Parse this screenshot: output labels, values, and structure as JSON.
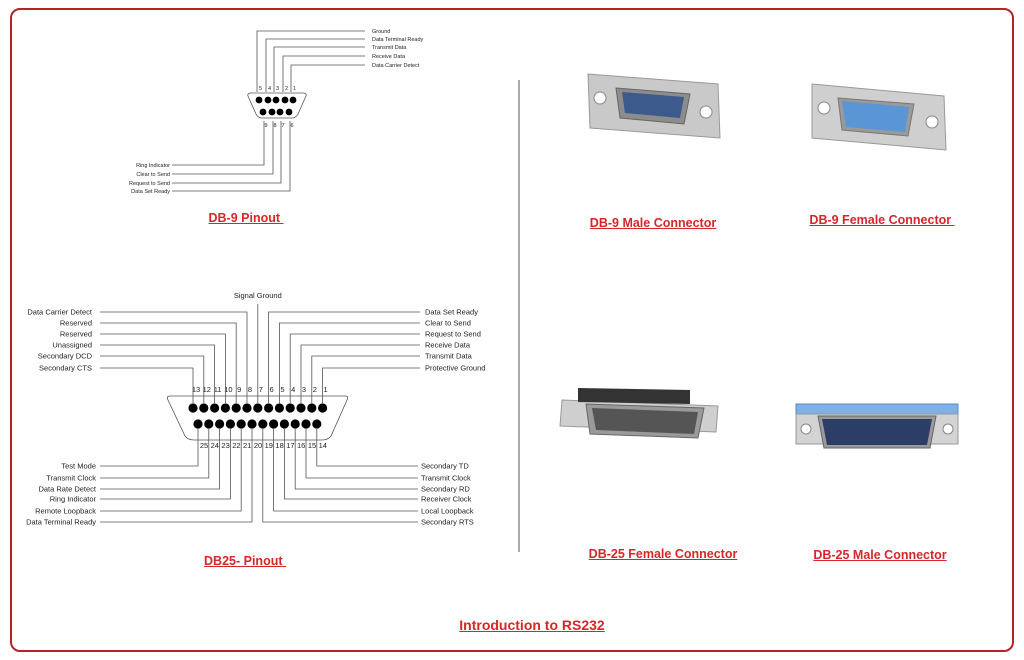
{
  "captions": {
    "db9_pinout": "DB-9 Pinout ",
    "db9_male": "DB-9 Male Connector",
    "db9_female": "DB-9 Female Connector ",
    "db25_pinout": "DB25- Pinout ",
    "db25_female": "DB-25 Female Connector",
    "db25_male": "DB-25 Male Connector",
    "page_title": "Introduction to RS232"
  },
  "db9": {
    "top": [
      {
        "pin": "5",
        "label": "Ground"
      },
      {
        "pin": "4",
        "label": "Data Terminal Ready"
      },
      {
        "pin": "3",
        "label": "Transmit Data"
      },
      {
        "pin": "2",
        "label": "Receive Data"
      },
      {
        "pin": "1",
        "label": "Data Carrier Detect"
      }
    ],
    "bottom": [
      {
        "pin": "9",
        "label": "Ring Indicator"
      },
      {
        "pin": "8",
        "label": "Clear to Send"
      },
      {
        "pin": "7",
        "label": "Request to Send"
      },
      {
        "pin": "6",
        "label": "Data Set Ready"
      }
    ]
  },
  "db25": {
    "top": [
      {
        "pin": "13",
        "label": "Secondary CTS"
      },
      {
        "pin": "12",
        "label": "Secondary DCD"
      },
      {
        "pin": "11",
        "label": "Unassigned"
      },
      {
        "pin": "10",
        "label": "Reserved"
      },
      {
        "pin": "9",
        "label": "Reserved"
      },
      {
        "pin": "8",
        "label": "Data Carrier Detect"
      },
      {
        "pin": "7",
        "label": "Signal Ground"
      },
      {
        "pin": "6",
        "label": "Data Set Ready"
      },
      {
        "pin": "5",
        "label": "Clear to Send"
      },
      {
        "pin": "4",
        "label": "Request to Send"
      },
      {
        "pin": "3",
        "label": "Receive Data"
      },
      {
        "pin": "2",
        "label": "Transmit Data"
      },
      {
        "pin": "1",
        "label": "Protective Ground"
      }
    ],
    "bottom": [
      {
        "pin": "25",
        "label": "Test Mode"
      },
      {
        "pin": "24",
        "label": "Transmit Clock"
      },
      {
        "pin": "23",
        "label": "Data Rate Detect"
      },
      {
        "pin": "22",
        "label": "Ring Indicator"
      },
      {
        "pin": "21",
        "label": "Remote Loopback"
      },
      {
        "pin": "20",
        "label": "Data Terminal Ready"
      },
      {
        "pin": "19",
        "label": "Secondary RTS"
      },
      {
        "pin": "18",
        "label": "Local Loopback"
      },
      {
        "pin": "17",
        "label": "Receiver Clock"
      },
      {
        "pin": "16",
        "label": "Secondary RD"
      },
      {
        "pin": "15",
        "label": "Transmit Clock"
      },
      {
        "pin": "14",
        "label": "Secondary TD"
      }
    ]
  },
  "colors": {
    "accent": "#d7262b",
    "frame": "#b3242a",
    "pin_blue": "#4a86c8"
  }
}
